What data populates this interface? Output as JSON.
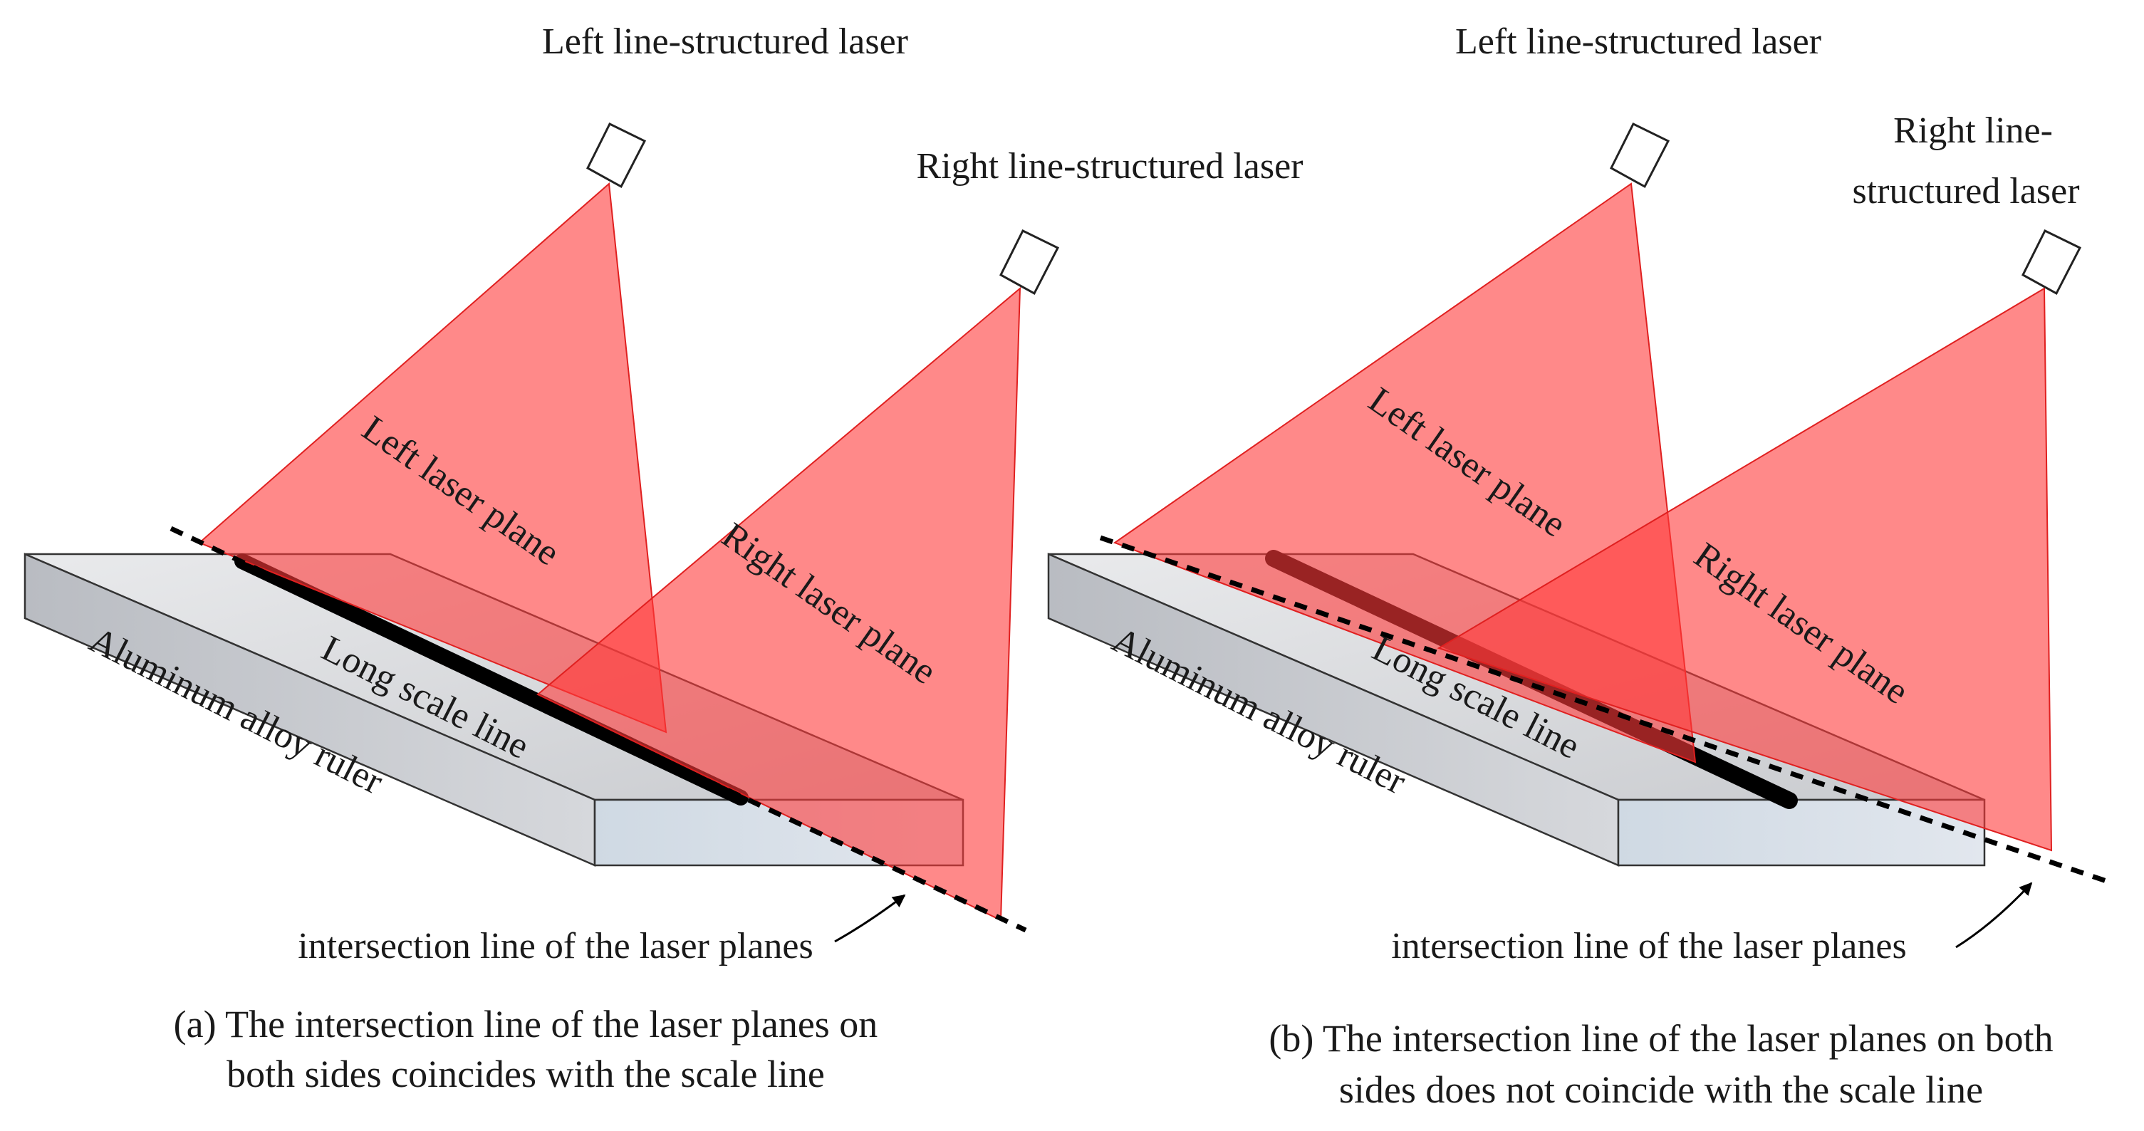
{
  "panel_a": {
    "left_laser_label": "Left line-structured laser",
    "right_laser_label": "Right line-structured laser",
    "left_plane_label": "Left laser plane",
    "right_plane_label": "Right laser plane",
    "scale_line_label": "Long scale line",
    "ruler_label": "Aluminum alloy ruler",
    "intersection_label": "intersection line of the laser planes",
    "caption_line1": "(a) The intersection line of the laser planes on",
    "caption_line2": "both sides coincides with the scale line"
  },
  "panel_b": {
    "left_laser_label": "Left line-structured laser",
    "right_laser_label_line1": "Right line-",
    "right_laser_label_line2": "structured laser",
    "left_plane_label": "Left laser plane",
    "right_plane_label": "Right laser plane",
    "scale_line_label": "Long scale line",
    "ruler_label": "Aluminum alloy ruler",
    "intersection_label": "intersection line of the laser planes",
    "caption_line1": "(b) The intersection line of the laser planes on both",
    "caption_line2": "sides does not coincide with the scale line"
  },
  "colors": {
    "laser_fill": "#ff3a3a",
    "laser_edge": "#e02020",
    "ruler_top": "#dcdde0",
    "ruler_side": "#c7d2de",
    "scale_line": "#000000",
    "scale_line_offset": "#7a0000"
  }
}
